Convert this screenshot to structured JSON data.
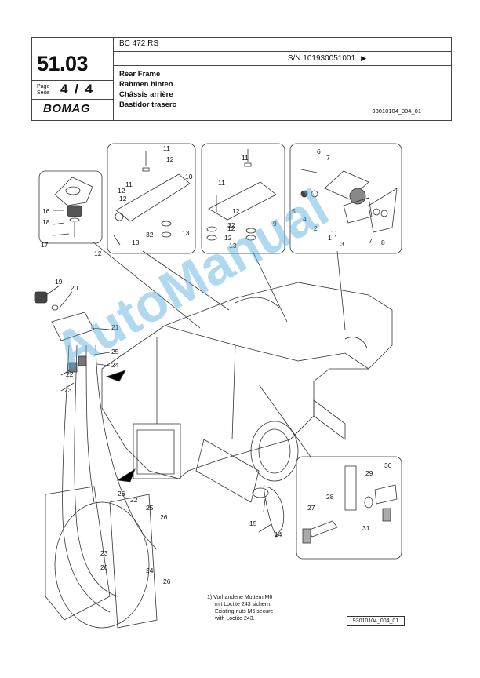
{
  "header": {
    "model": "BC 472 RS",
    "serial_number": "S/N 101930051001",
    "serial_arrow": "▶",
    "group_number": "51.03",
    "page_label_de": "Page",
    "page_label_en": "Seite",
    "page": "4 / 4",
    "logo": "BOMAG",
    "title_en": "Rear Frame",
    "title_de": "Rahmen hinten",
    "title_fr": "Châssis arrière",
    "title_es": "Bastidor trasero",
    "doc_ref": "93010104_004_01"
  },
  "drawing": {
    "part_numbers": [
      "1",
      "2",
      "3",
      "4",
      "5",
      "6",
      "7",
      "7",
      "8",
      "9",
      "10",
      "11",
      "11",
      "11",
      "11",
      "12",
      "12",
      "12",
      "12",
      "12",
      "12",
      "12",
      "13",
      "13",
      "13",
      "14",
      "15",
      "16",
      "17",
      "18",
      "19",
      "20",
      "21",
      "22",
      "22",
      "23",
      "23",
      "24",
      "24",
      "25",
      "25",
      "26",
      "26",
      "26",
      "26",
      "27",
      "28",
      "29",
      "30",
      "31",
      "32",
      "32",
      "1)"
    ],
    "doc_ref": "93010104_004_01",
    "footnote": {
      "line1": "1) Vorhandene Muttern M6",
      "line2": "mit Loctite 243 sichern.",
      "line3": "Existing nuts M6 secure",
      "line4": "with Loctite 243."
    }
  },
  "watermark": "AutoManual"
}
